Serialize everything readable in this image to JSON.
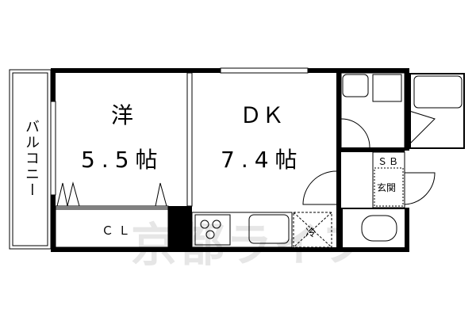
{
  "floorplan": {
    "rooms": [
      {
        "id": "western-room",
        "label": "洋",
        "area": "5.5帖"
      },
      {
        "id": "dining-kitchen",
        "label": "ＤＫ",
        "area": "7.4帖"
      },
      {
        "id": "balcony",
        "label": "バルコニー"
      },
      {
        "id": "closet",
        "label": "ＣＬ"
      },
      {
        "id": "shoe-box",
        "label": "ＳＢ"
      },
      {
        "id": "entrance",
        "label": "玄関"
      },
      {
        "id": "fridge",
        "label": "冷"
      }
    ],
    "watermark": "京都ライフ"
  }
}
